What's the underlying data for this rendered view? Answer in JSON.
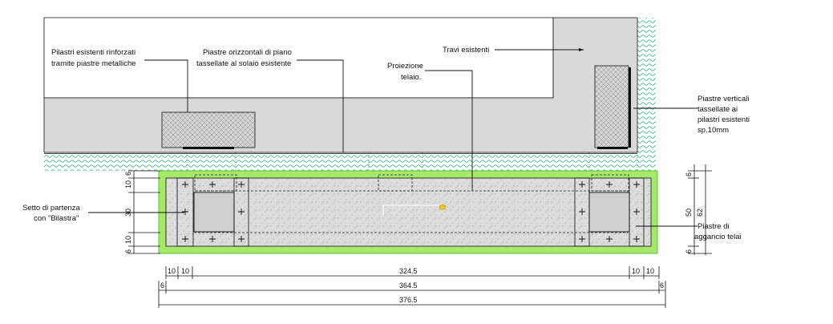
{
  "labels": {
    "pilastri": [
      "Pilastri esistenti rinforzati",
      "tramite piastre metalliche"
    ],
    "piastre_orizzontali": [
      "Piastre orizzontali di piano",
      "tassellate al solaio esistente"
    ],
    "proiezione": [
      "Proiezione",
      "telaio."
    ],
    "travi": "Travi esistenti",
    "piastre_verticali": [
      "Piastre verticali",
      "tassellate ai",
      "pilastri esistenti",
      "sp.10mm"
    ],
    "setto": [
      "Setto di partenza",
      "con \"Bilastra\""
    ],
    "piastre_aggancio": [
      "Piastre di",
      "aggancio telai"
    ]
  },
  "dimensions": {
    "bottom_row1": [
      "10",
      "10",
      "324.5",
      "10",
      "10"
    ],
    "bottom_row2": [
      "6",
      "364.5",
      "6"
    ],
    "bottom_row3": "376.5",
    "left_vertical": [
      "6",
      "10",
      "30",
      "10",
      "6"
    ],
    "right_inner": "50",
    "right_outer": "62",
    "right_top_small": "6",
    "right_bottom_small": "6"
  },
  "colors": {
    "slab": "#d9d9d9",
    "hatch_band": "#24b07a",
    "green_frame": "#a6e86a",
    "green_frame_border": "#5cc43a",
    "concrete": "#d8d8d8",
    "column_box": "#cfcfcf",
    "note_marker": "#f0c419"
  }
}
